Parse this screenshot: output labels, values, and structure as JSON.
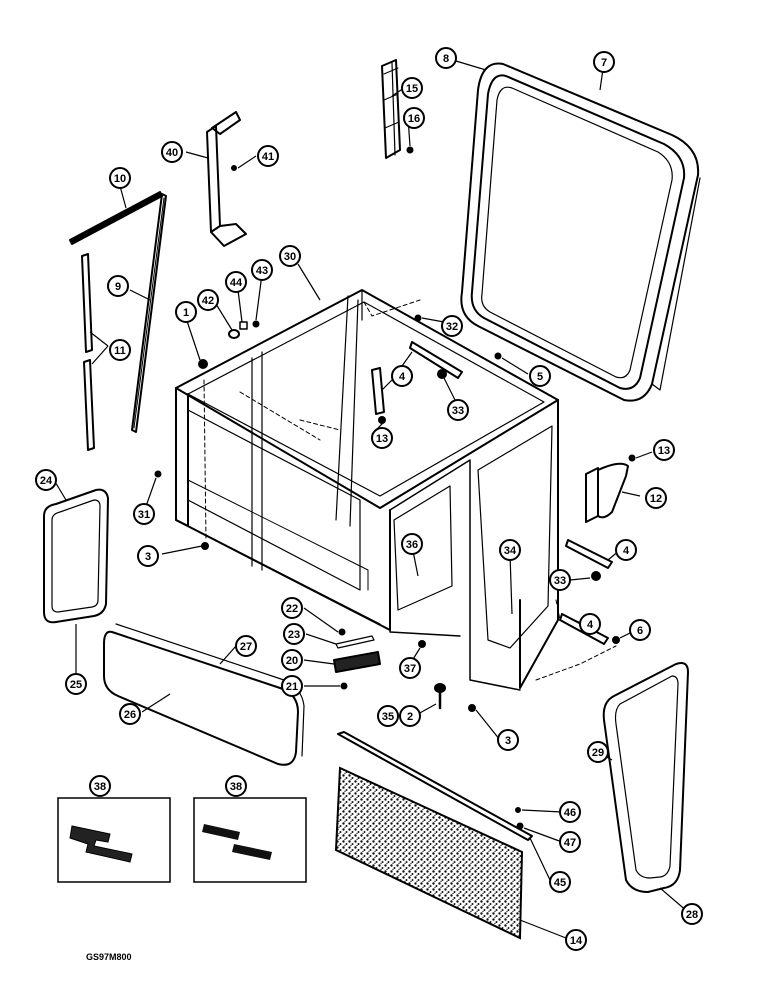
{
  "figure_code": "GS97M800",
  "callouts": [
    {
      "id": "c8",
      "label": "8"
    },
    {
      "id": "c7",
      "label": "7"
    },
    {
      "id": "c15",
      "label": "15"
    },
    {
      "id": "c16",
      "label": "16"
    },
    {
      "id": "c40",
      "label": "40"
    },
    {
      "id": "c41",
      "label": "41"
    },
    {
      "id": "c10",
      "label": "10"
    },
    {
      "id": "c30",
      "label": "30"
    },
    {
      "id": "c9",
      "label": "9"
    },
    {
      "id": "c42",
      "label": "42"
    },
    {
      "id": "c44",
      "label": "44"
    },
    {
      "id": "c43",
      "label": "43"
    },
    {
      "id": "c1",
      "label": "1"
    },
    {
      "id": "c32",
      "label": "32"
    },
    {
      "id": "c11",
      "label": "11"
    },
    {
      "id": "c5",
      "label": "5"
    },
    {
      "id": "c4a",
      "label": "4"
    },
    {
      "id": "c33a",
      "label": "33"
    },
    {
      "id": "c13a",
      "label": "13"
    },
    {
      "id": "c13b",
      "label": "13"
    },
    {
      "id": "c24",
      "label": "24"
    },
    {
      "id": "c31",
      "label": "31"
    },
    {
      "id": "c12",
      "label": "12"
    },
    {
      "id": "c3a",
      "label": "3"
    },
    {
      "id": "c36",
      "label": "36"
    },
    {
      "id": "c34",
      "label": "34"
    },
    {
      "id": "c4b",
      "label": "4"
    },
    {
      "id": "c33b",
      "label": "33"
    },
    {
      "id": "c22",
      "label": "22"
    },
    {
      "id": "c23",
      "label": "23"
    },
    {
      "id": "c27",
      "label": "27"
    },
    {
      "id": "c4c",
      "label": "4"
    },
    {
      "id": "c6",
      "label": "6"
    },
    {
      "id": "c20",
      "label": "20"
    },
    {
      "id": "c25",
      "label": "25"
    },
    {
      "id": "c21",
      "label": "21"
    },
    {
      "id": "c37",
      "label": "37"
    },
    {
      "id": "c26",
      "label": "26"
    },
    {
      "id": "c35",
      "label": "35"
    },
    {
      "id": "c2",
      "label": "2"
    },
    {
      "id": "c3b",
      "label": "3"
    },
    {
      "id": "c29",
      "label": "29"
    },
    {
      "id": "c38a",
      "label": "38"
    },
    {
      "id": "c38b",
      "label": "38"
    },
    {
      "id": "c46",
      "label": "46"
    },
    {
      "id": "c47",
      "label": "47"
    },
    {
      "id": "c45",
      "label": "45"
    },
    {
      "id": "c28",
      "label": "28"
    },
    {
      "id": "c14",
      "label": "14"
    }
  ]
}
